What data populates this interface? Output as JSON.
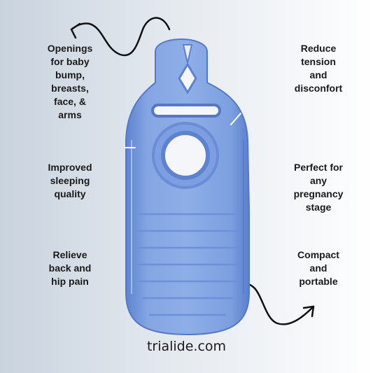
{
  "features": {
    "left": [
      "Openings\nfor baby\nbump,\nbreasts,\nface, &\narms",
      "Improved\nsleeping\nquality",
      "Relieve\nback and\nhip pain"
    ],
    "right": [
      "Reduce\ntension\nand\ndisconfort",
      "Perfect for\nany\npregnancy\nstage",
      "Compact\nand\nportable"
    ]
  },
  "brand": "trialide.com",
  "colors": {
    "pillow": "#7c9fdf",
    "pillow_edge": "#5e84d2",
    "text": "#1a1a1a"
  },
  "icons": [
    "curvy-arrow-top-left-icon",
    "curvy-arrow-bottom-right-icon"
  ]
}
